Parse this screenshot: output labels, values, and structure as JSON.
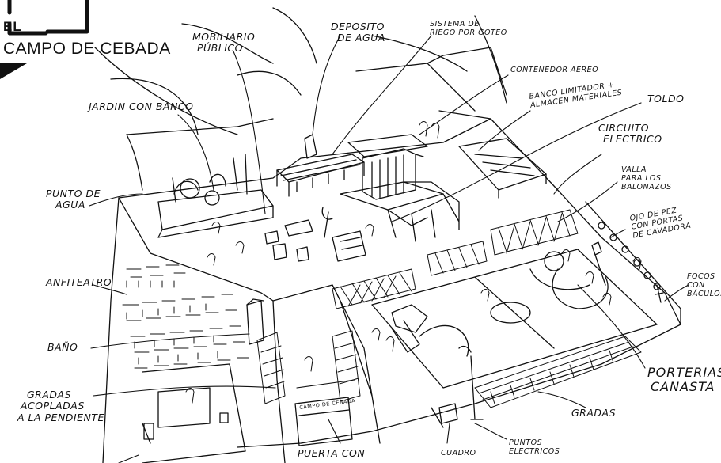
{
  "logo": {
    "prefix": "EL",
    "name": "CAMPO DE CEBADA"
  },
  "labels": {
    "jardin": "JARDIN CON BANCO",
    "mobiliario": [
      "MOBILIARIO",
      "PÚBLICO"
    ],
    "deposito": [
      "DEPOSITO",
      "DE AGUA"
    ],
    "riego": [
      "SISTEMA DE",
      "RIEGO POR GOTEO"
    ],
    "contenedor": "CONTENEDOR AEREO",
    "banco": [
      "BANCO LIMITADOR +",
      "ALMACEN MATERIALES"
    ],
    "toldo": "TOLDO",
    "circuito": [
      "CIRCUITO",
      "ELECTRICO"
    ],
    "valla": [
      "VALLA",
      "PARA LOS",
      "BALONAZOS"
    ],
    "punto_agua": [
      "PUNTO DE",
      "AGUA"
    ],
    "ojo_pez": [
      "OJO DE PEZ",
      "CON PORTAS",
      "DE CAVADORA"
    ],
    "focos": [
      "FOCOS",
      "CON",
      "BÁCULOS"
    ],
    "anfiteatro": "ANFITEATRO",
    "bano": "BAÑO",
    "gradas_acopladas": [
      "GRADAS",
      "ACOPLADAS",
      "A LA PENDIENTE"
    ],
    "porterias": [
      "PORTERIAS",
      "CANASTA"
    ],
    "gradas": "GRADAS",
    "puntos_electricos": [
      "PUNTOS",
      "ELECTRICOS"
    ],
    "cuadro": "CUADRO",
    "puerta": "PUERTA CON",
    "sign": "CAMPO DE CEBADA"
  }
}
